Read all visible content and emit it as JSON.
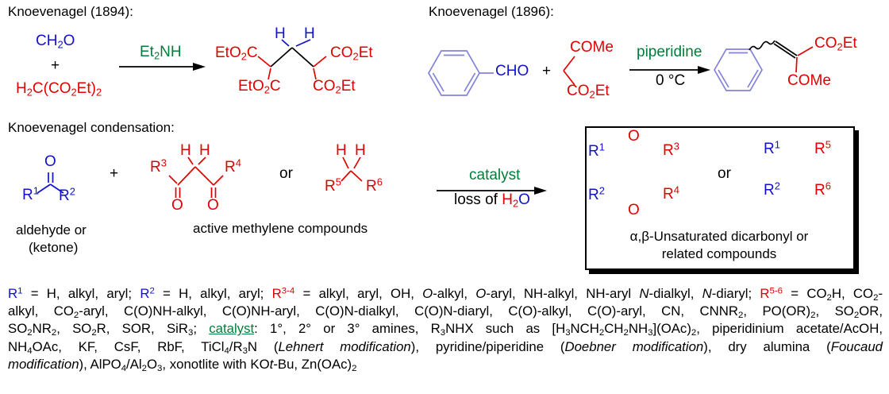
{
  "colors": {
    "blue": "#1212cc",
    "red": "#e00000",
    "green": "#007d3a",
    "ring": "#8282d8"
  },
  "scheme_1894": {
    "title": "Knoevenagel (1894):",
    "reactant_1": "CH~2~O",
    "plus": "+",
    "reactant_2": "H~2~C(CO~2~Et)~2~",
    "reagent": "Et~2~NH",
    "product": {
      "top_left": "EtO~2~C",
      "h1": "H",
      "h2": "H",
      "top_right": "CO~2~Et",
      "bottom_left": "EtO~2~C",
      "bottom_right": "CO~2~Et"
    }
  },
  "scheme_1896": {
    "title": "Knoevenagel (1896):",
    "aldehyde_label": "CHO",
    "plus": "+",
    "methylene": {
      "top": "COMe",
      "bottom": "CO~2~Et"
    },
    "reagent": "piperidine",
    "conditions": "0 °C",
    "product": {
      "ester": "CO~2~Et",
      "ketone": "COMe"
    }
  },
  "scheme_general": {
    "title": "Knoevenagel condensation:",
    "carbonyl": {
      "o": "O",
      "r1": "R^1^",
      "r2": "R^2^"
    },
    "plus": "+",
    "methylene_1": {
      "h1": "H",
      "h2": "H",
      "r3": "R^3^",
      "r4": "R^4^",
      "o_left": "O",
      "o_right": "O"
    },
    "or_1": "or",
    "methylene_2": {
      "h1": "H",
      "h2": "H",
      "r5": "R^5^",
      "r6": "R^6^"
    },
    "caption_aldehyde_1": "aldehyde or",
    "caption_aldehyde_2": "(ketone)",
    "caption_methylene": "active methylene compounds",
    "reagent": "catalyst",
    "condition": "loss of [r]H~2~[/r][b]O[/b]",
    "products": {
      "a": {
        "r1": "R^1^",
        "r2": "R^2^",
        "r3": "R^3^",
        "r4": "R^4^",
        "o_top": "O",
        "o_bottom": "O"
      },
      "or_2": "or",
      "b": {
        "r1": "R^1^",
        "r2": "R^2^",
        "r5": "R^5^",
        "r6": "R^6^"
      },
      "caption_1": "α,β-Unsaturated dicarbonyl or",
      "caption_2": "related compounds"
    }
  },
  "footnote": {
    "lines": [
      "[b]R^1^[/b] = H, alkyl, aryl; [b]R^2^[/b] = H, alkyl, aryl; [r]R^3-4^[/r] = alkyl, aryl, OH, *O*-alkyl, *O*-aryl, NH-alkyl, NH-aryl *N*-dialkyl, *N*-diaryl; [r]R^5-6^[/r] = CO~2~H, CO~2~-",
      "alkyl, CO~2~-aryl, C(O)NH-alkyl, C(O)NH-aryl, C(O)N-dialkyl, C(O)N-diaryl, C(O)-alkyl, C(O)-aryl, CN, CNNR~2~, PO(OR)~2~, SO~2~OR,",
      "SO~2~NR~2~, SO~2~R, SOR, SiR~3~; [g]catalyst[/g]: 1°, 2° or 3° amines, R~3~NHX such as [H~3~NCH~2~CH~2~NH~3~](OAc)~2~, piperidinium acetate/AcOH,",
      "NH~4~OAc,  KF, CsF, RbF, TiCl~4~/R~3~N (*Lehnert modification*), pyridine/piperidine (*Doebner modification*), dry alumina (*Foucaud*",
      "*modification*), AlPO~4~/Al~2~O~3~, xonotlite with KO*t*-Bu, Zn(OAc)~2~"
    ]
  }
}
